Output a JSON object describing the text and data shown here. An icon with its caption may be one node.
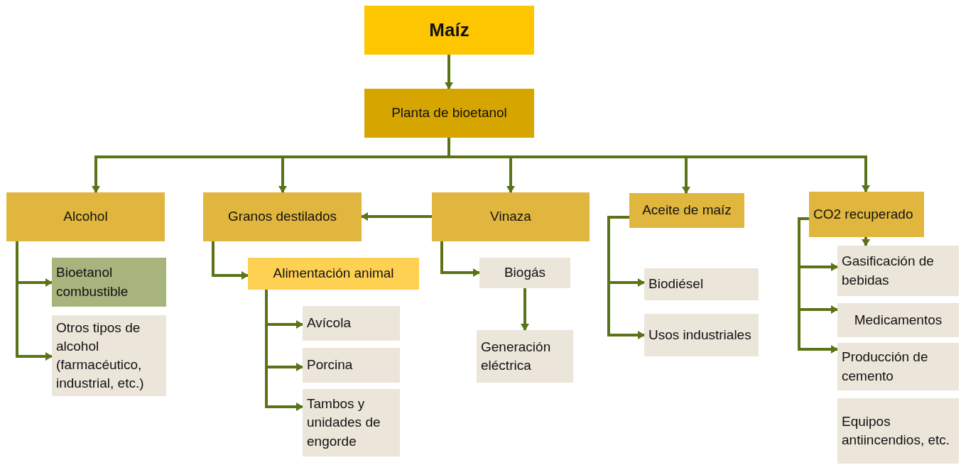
{
  "diagram": {
    "nodes": [
      {
        "text": [
          "Maíz"
        ]
      },
      {
        "text": [
          "Planta de bioetanol"
        ]
      },
      {
        "text": [
          "Alcohol"
        ]
      },
      {
        "text": [
          "Granos destilados"
        ]
      },
      {
        "text": [
          "Vinaza"
        ]
      },
      {
        "text": [
          "Aceite de maíz"
        ]
      },
      {
        "text": [
          "CO2 recuperado"
        ]
      },
      {
        "text": [
          "Bioetanol combustible"
        ]
      },
      {
        "text": [
          "Otros tipos de alcohol (farmacéutico, industrial, etc.)"
        ]
      },
      {
        "text": [
          "Alimentación animal"
        ]
      },
      {
        "text": [
          "Avícola"
        ]
      },
      {
        "text": [
          "Porcina"
        ]
      },
      {
        "text": [
          "Tambos y unidades de engorde"
        ]
      },
      {
        "text": [
          "Biogás"
        ]
      },
      {
        "text": [
          "Generación eléctrica"
        ]
      },
      {
        "text": [
          "Biodiésel"
        ]
      },
      {
        "text": [
          "Usos industriales"
        ]
      },
      {
        "text": [
          "Gasificación de bebidas"
        ]
      },
      {
        "text": [
          "Medicamentos"
        ]
      },
      {
        "text": [
          "Producción de cemento"
        ]
      },
      {
        "text": [
          "Equipos antiincendios, etc."
        ]
      }
    ],
    "edges": [
      {
        "from": 0,
        "to": 1,
        "arrow": "to"
      },
      {
        "from": 1,
        "to": 2,
        "arrow": "to"
      },
      {
        "from": 1,
        "to": 3,
        "arrow": "to"
      },
      {
        "from": 1,
        "to": 4,
        "arrow": "to"
      },
      {
        "from": 1,
        "to": 5,
        "arrow": "to"
      },
      {
        "from": 1,
        "to": 6,
        "arrow": "to"
      },
      {
        "from": 4,
        "to": 3,
        "arrow": "to"
      },
      {
        "from": 2,
        "to": 7,
        "arrow": "to"
      },
      {
        "from": 2,
        "to": 8,
        "arrow": "to"
      },
      {
        "from": 3,
        "to": 9,
        "arrow": "to"
      },
      {
        "from": 9,
        "to": 10,
        "arrow": "to"
      },
      {
        "from": 9,
        "to": 11,
        "arrow": "to"
      },
      {
        "from": 9,
        "to": 12,
        "arrow": "to"
      },
      {
        "from": 4,
        "to": 13,
        "arrow": "to"
      },
      {
        "from": 13,
        "to": 14,
        "arrow": "to"
      },
      {
        "from": 5,
        "to": 15,
        "arrow": "to"
      },
      {
        "from": 5,
        "to": 16,
        "arrow": "to"
      },
      {
        "from": 6,
        "to": 17,
        "arrow": "to"
      },
      {
        "from": 6,
        "to": 17,
        "arrow": "to"
      },
      {
        "from": 6,
        "to": 18,
        "arrow": "to"
      },
      {
        "from": 6,
        "to": 19,
        "arrow": "to"
      }
    ]
  }
}
